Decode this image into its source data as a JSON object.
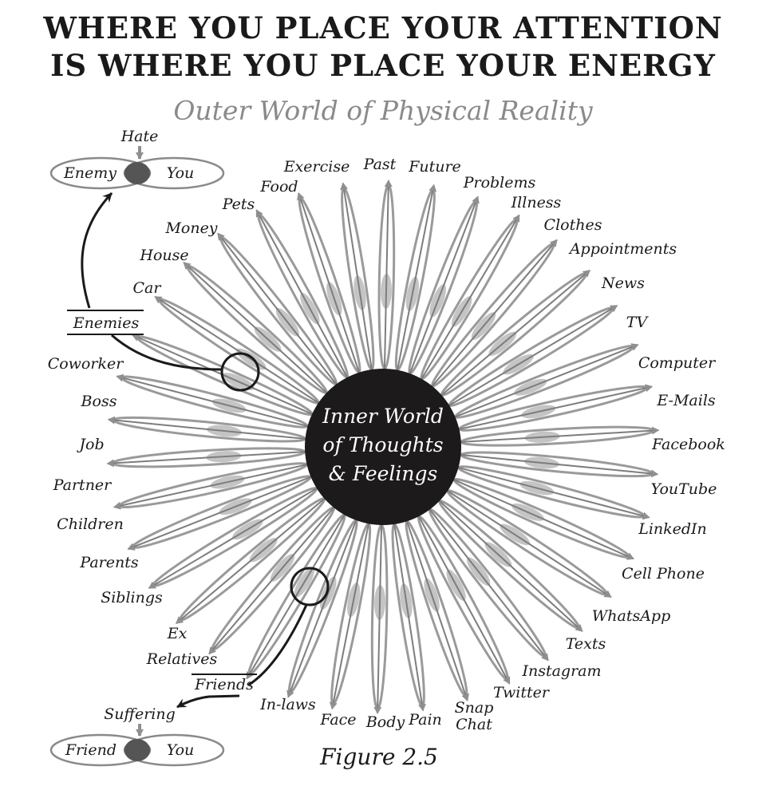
{
  "title_lines": [
    "WHERE YOU PLACE YOUR ATTENTION",
    "IS WHERE YOU PLACE YOUR ENERGY"
  ],
  "subtitle": "Outer World of Physical Reality",
  "center_lines": [
    "Inner World",
    "of Thoughts",
    "& Feelings"
  ],
  "figure_label": "Figure 2.5",
  "spoke_labels": [
    "Past",
    "Future",
    "Problems",
    "Illness",
    "Clothes",
    "Appointments",
    "News",
    "TV",
    "Computer",
    "E-Mails",
    "Facebook",
    "YouTube",
    "LinkedIn",
    "Cell Phone",
    "WhatsApp",
    "Texts",
    "Instagram",
    "Twitter",
    "Snap",
    "Chat",
    "Pain",
    "Body",
    "Face",
    "In-laws",
    "Relatives",
    "Ex",
    "Siblings",
    "Parents",
    "Children",
    "Partner",
    "Job",
    "Boss",
    "Coworker",
    "Car",
    "House",
    "Money",
    "Pets",
    "Food",
    "Exercise"
  ],
  "top_venn": {
    "above": "Hate",
    "left": "Enemy",
    "right": "You",
    "group": "Enemies"
  },
  "bottom_venn": {
    "above": "Suffering",
    "left": "Friend",
    "right": "You",
    "group": "Friends"
  },
  "colors": {
    "ink": "#1a1a1a",
    "spoke": "#9a9a9a",
    "subtitle": "#8a8a8a",
    "center": "#1c1a1b"
  }
}
